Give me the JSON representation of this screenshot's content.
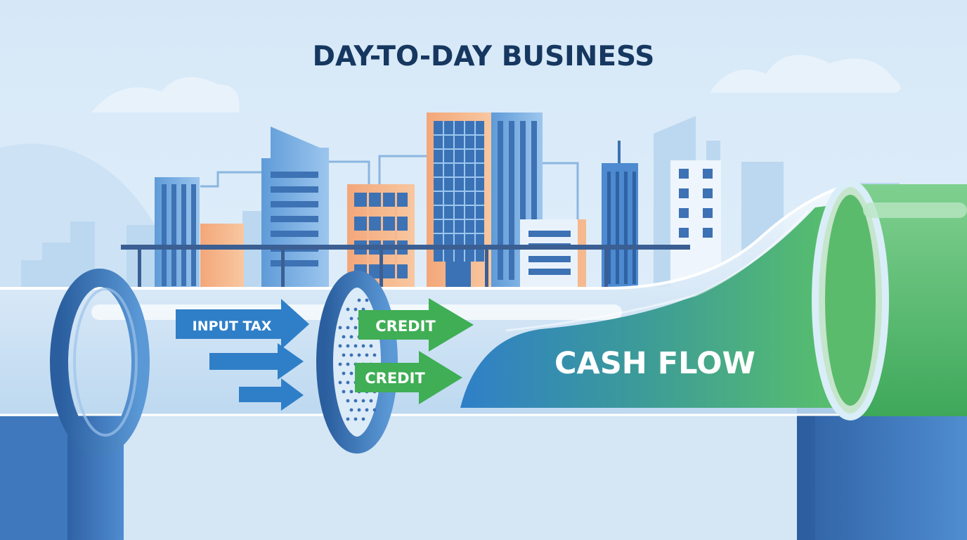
{
  "title": "DAY-TO-DAY BUSINESS",
  "labels": {
    "input_tax": "INPUT TAX",
    "credit_top": "CREDIT",
    "credit_bottom": "CREDIT",
    "cash_flow": "CASH FLOW"
  },
  "colors": {
    "title": "#16375f",
    "blue_arrow": "#2f7fc8",
    "green_arrow": "#3fae55",
    "cash_flow_gradient_start": "#2f7fc8",
    "cash_flow_gradient_end": "#59c06a",
    "pipe_ring": "#3d75b5"
  }
}
